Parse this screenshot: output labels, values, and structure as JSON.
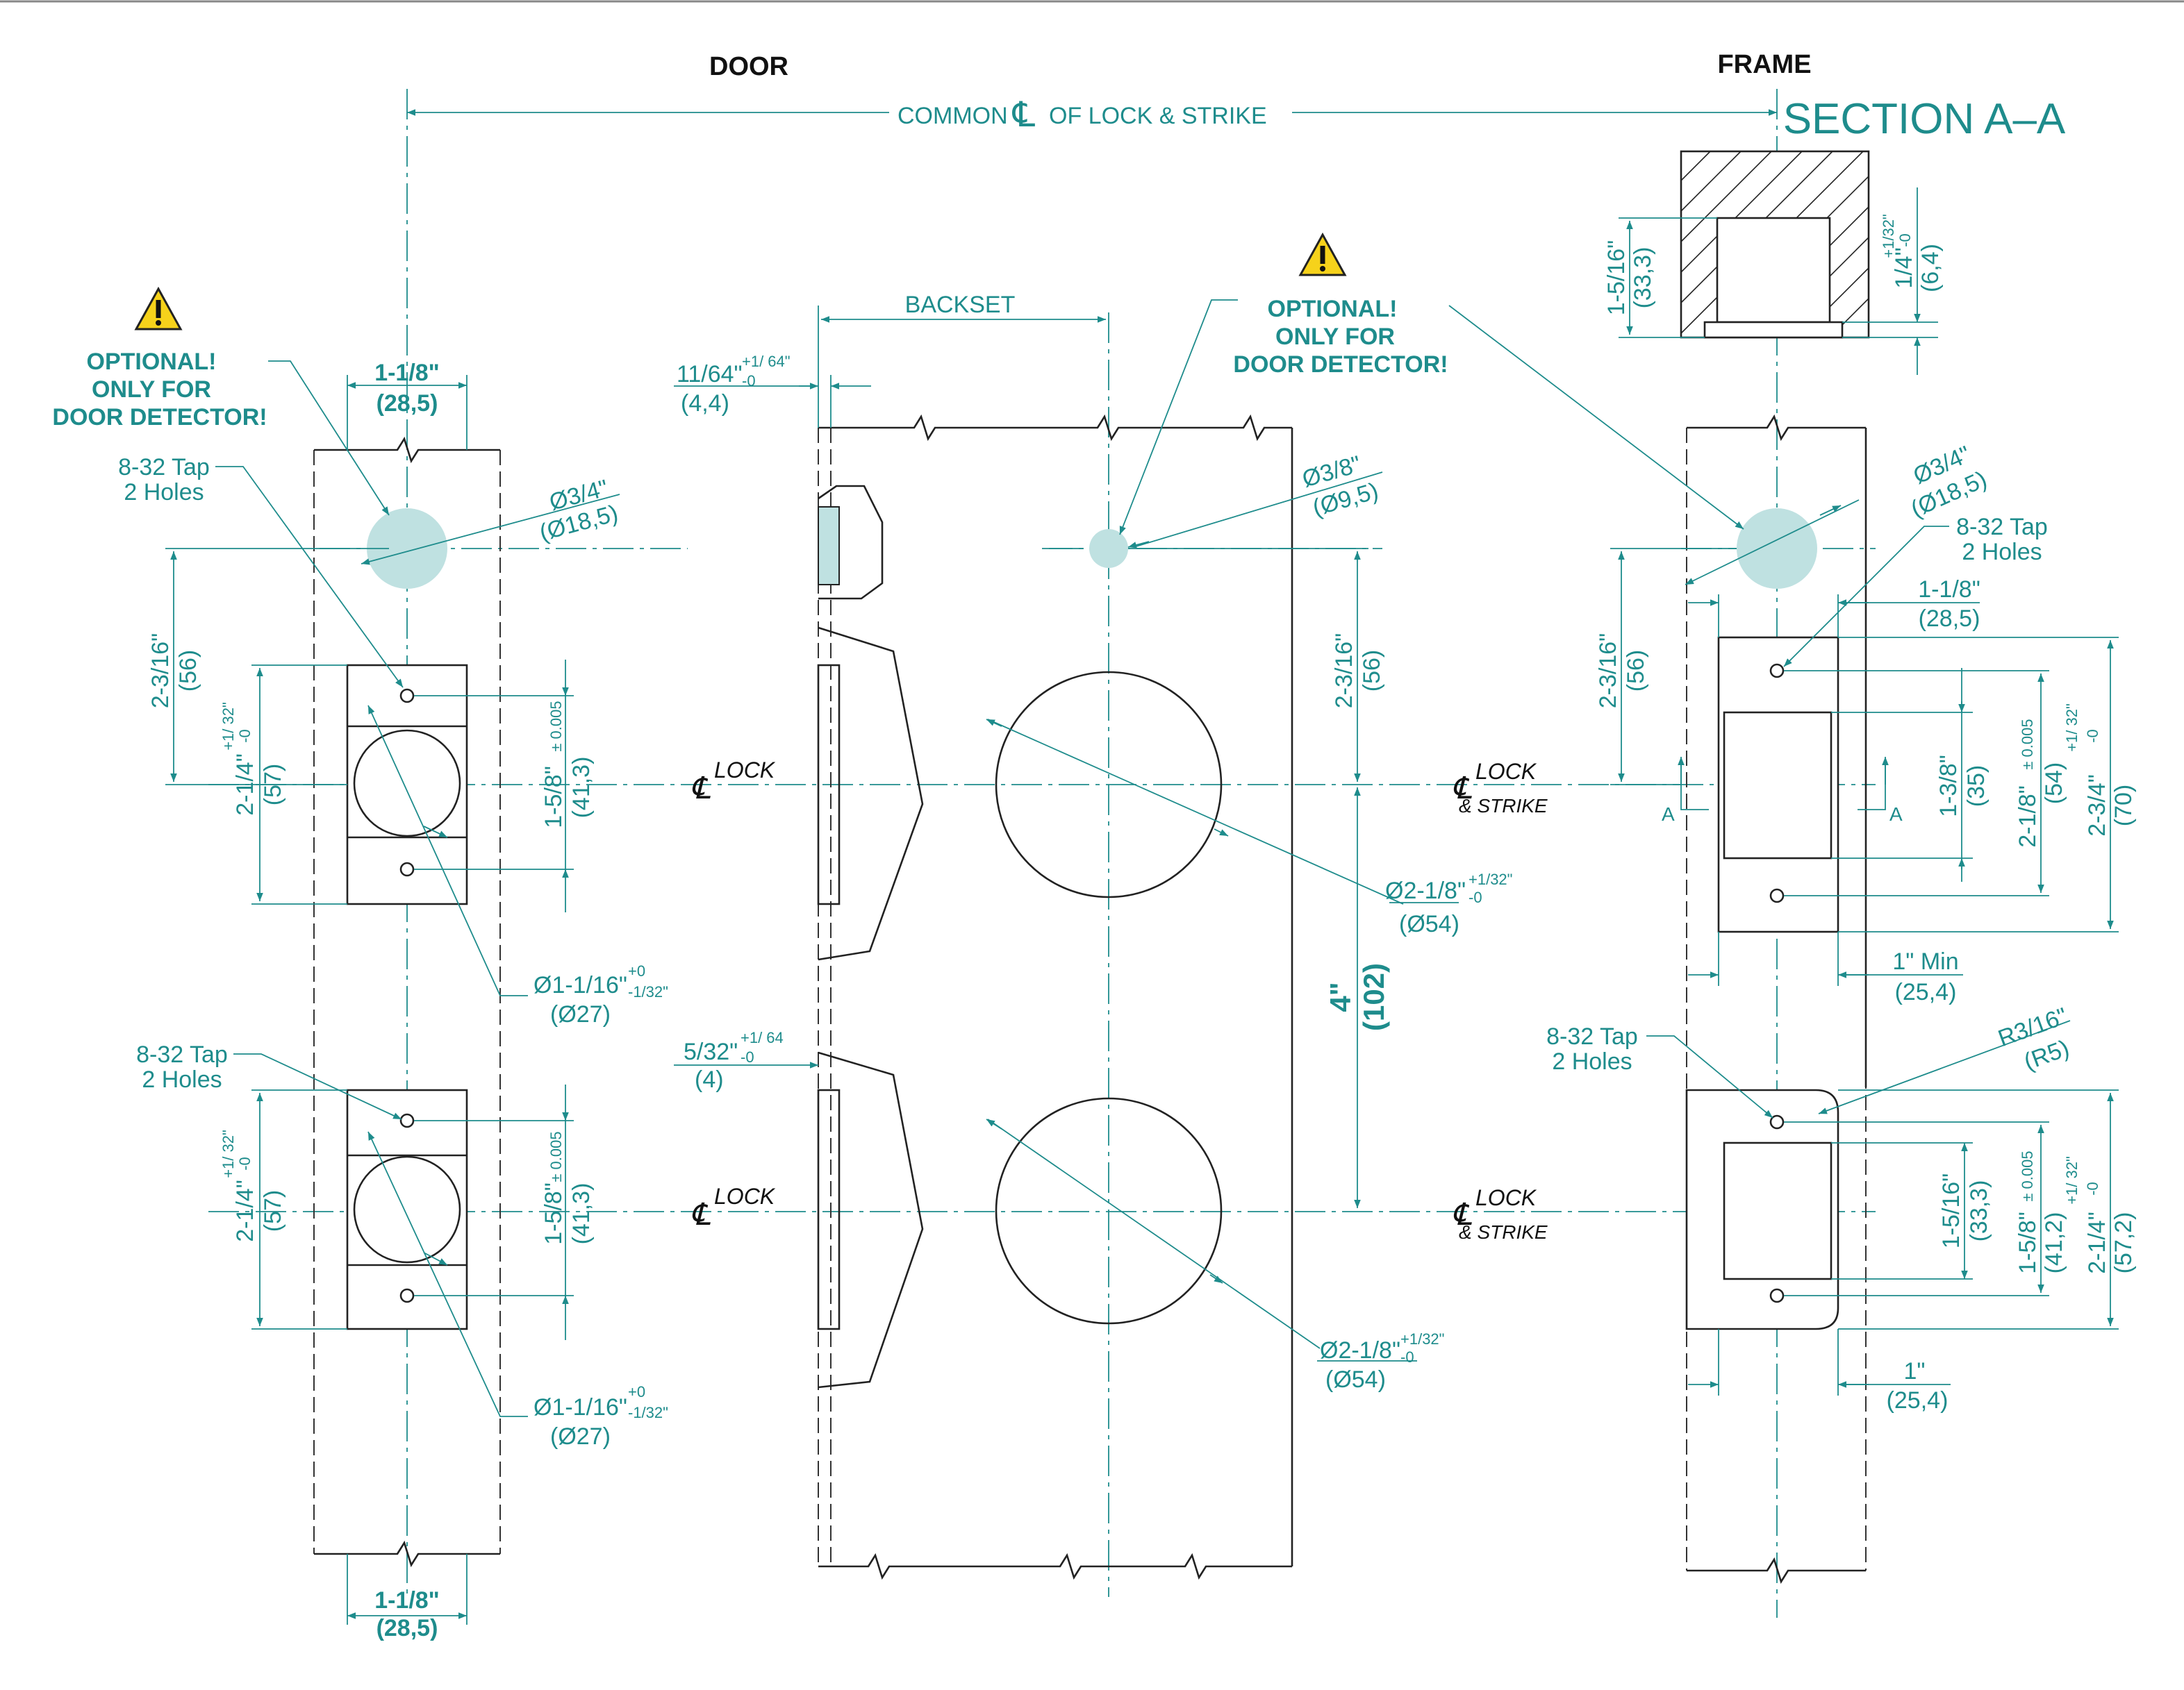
{
  "headings": {
    "door": "DOOR",
    "frame": "FRAME",
    "section": "SECTION A–A"
  },
  "common_line": {
    "prefix": "COMMON",
    "cl_symbol": "℄",
    "suffix": "OF LOCK & STRIKE"
  },
  "warning": {
    "line1": "OPTIONAL!",
    "line2": "ONLY FOR",
    "line3": "DOOR DETECTOR!",
    "icon": "warning-triangle-icon"
  },
  "centerline": {
    "symbol": "℄",
    "lock": "LOCK",
    "strike": "& STRIKE"
  },
  "section_marks": {
    "a": "A"
  },
  "left_door": {
    "width_top": "1-1/8\"",
    "width_top_mm": "(28,5)",
    "width_bottom": "1-1/8\"",
    "width_bottom_mm": "(28,5)",
    "tap_upper": "8-32 Tap",
    "tap_upper_holes": "2 Holes",
    "tap_lower": "8-32 Tap",
    "tap_lower_holes": "2 Holes",
    "detector_dia": "Ø3/4\"",
    "detector_dia_mm": "(Ø18,5)",
    "detector_offset": "2-3/16\"",
    "detector_offset_mm": "(56)",
    "plate_height_upper": "2-1/4\"",
    "plate_height_upper_tol": "+1/ 32\"",
    "plate_height_upper_tol2": "-0",
    "plate_height_upper_mm": "(57)",
    "hole_spacing_upper": "1-5/8\"",
    "hole_spacing_upper_tol": "± 0.005",
    "hole_spacing_upper_mm": "(41,3)",
    "bore_upper": "Ø1-1/16\"",
    "bore_upper_tol1": "+0",
    "bore_upper_tol2": "-1/32\"",
    "bore_upper_mm": "(Ø27)",
    "plate_height_lower": "2-1/4\"",
    "plate_height_lower_tol": "+1/ 32\"",
    "plate_height_lower_tol2": "-0",
    "plate_height_lower_mm": "(57)",
    "hole_spacing_lower": "1-5/8\"",
    "hole_spacing_lower_tol": "± 0.005",
    "hole_spacing_lower_mm": "(41,3)",
    "bore_lower": "Ø1-1/16\"",
    "bore_lower_tol1": "+0",
    "bore_lower_tol2": "-1/32\"",
    "bore_lower_mm": "(Ø27)"
  },
  "door_face": {
    "backset": "BACKSET",
    "edge_offset": "11/64\"",
    "edge_offset_tol1": "+1/ 64\"",
    "edge_offset_tol2": "-0",
    "edge_offset_mm": "(4,4)",
    "detector_dia": "Ø3/8\"",
    "detector_dia_mm": "(Ø9,5)",
    "detector_offset": "2-3/16\"",
    "detector_offset_mm": "(56)",
    "bore_upper": "Ø2-1/8\"",
    "bore_upper_tol1": "+1/32\"",
    "bore_upper_tol2": "-0",
    "bore_upper_mm": "(Ø54)",
    "spacing": "4\"",
    "spacing_mm": "(102)",
    "edge_offset_lower": "5/32\"",
    "edge_offset_lower_tol1": "+1/ 64",
    "edge_offset_lower_tol2": "-0",
    "edge_offset_lower_mm": "(4)",
    "bore_lower": "Ø2-1/8\"",
    "bore_lower_tol1": "+1/32\"",
    "bore_lower_tol2": "-0",
    "bore_lower_mm": "(Ø54)"
  },
  "frame": {
    "section_depth": "1-5/16\"",
    "section_depth_mm": "(33,3)",
    "section_lip": "1/4\"",
    "section_lip_tol1": "+1/32\"",
    "section_lip_tol2": "-0",
    "section_lip_mm": "(6,4)",
    "detector_dia": "Ø3/4\"",
    "detector_dia_mm": "(Ø18,5)",
    "tap_upper": "8-32 Tap",
    "tap_upper_holes": "2 Holes",
    "width": "1-1/8\"",
    "width_mm": "(28,5)",
    "detector_offset": "2-3/16\"",
    "detector_offset_mm": "(56)",
    "window_upper": "1-3/8\"",
    "window_upper_mm": "(35)",
    "hole_spacing_upper": "2-1/8\"",
    "hole_spacing_upper_tol": "± 0.005",
    "hole_spacing_upper_mm": "(54)",
    "plate_upper": "2-3/4\"",
    "plate_upper_tol1": "+1/ 32\"",
    "plate_upper_tol2": "-0",
    "plate_upper_mm": "(70)",
    "min_width": "1\" Min",
    "min_width_mm": "(25,4)",
    "tap_lower": "8-32 Tap",
    "tap_lower_holes": "2 Holes",
    "radius": "R3/16\"",
    "radius_mm": "(R5)",
    "window_lower": "1-5/16\"",
    "window_lower_mm": "(33,3)",
    "hole_spacing_lower": "1-5/8\"",
    "hole_spacing_lower_tol": "± 0.005",
    "hole_spacing_lower_mm": "(41,2)",
    "plate_lower": "2-1/4\"",
    "plate_lower_tol1": "+1/ 32\"",
    "plate_lower_tol2": "-0",
    "plate_lower_mm": "(57,2)",
    "width_lower": "1\"",
    "width_lower_mm": "(25,4)"
  }
}
